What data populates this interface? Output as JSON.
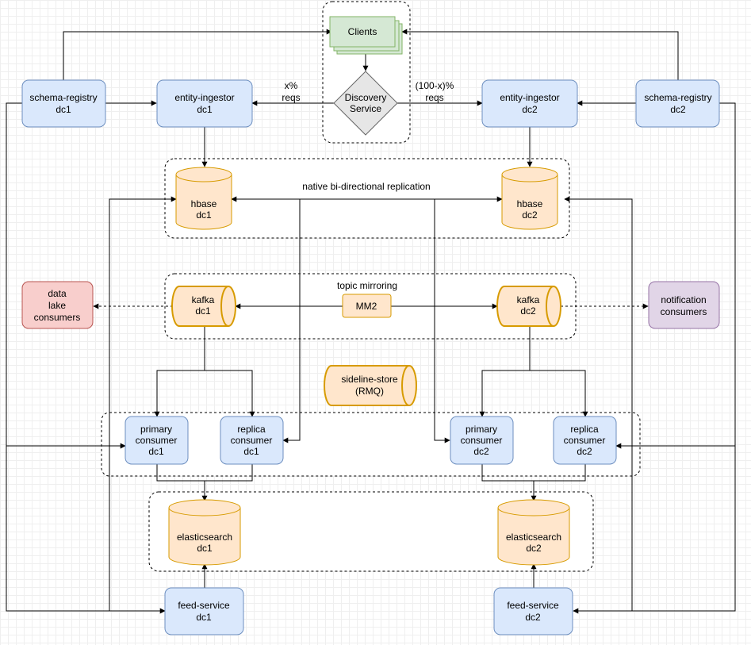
{
  "clients": "Clients",
  "discovery": [
    "Discovery",
    "Service"
  ],
  "traffic": {
    "left": [
      "x%",
      "reqs"
    ],
    "right": [
      "(100-x)%",
      "reqs"
    ]
  },
  "schema_registry": {
    "dc1": [
      "schema-registry",
      "dc1"
    ],
    "dc2": [
      "schema-registry",
      "dc2"
    ]
  },
  "entity_ingestor": {
    "dc1": [
      "entity-ingestor",
      "dc1"
    ],
    "dc2": [
      "entity-ingestor",
      "dc2"
    ]
  },
  "hbase": {
    "dc1": [
      "hbase",
      "dc1"
    ],
    "dc2": [
      "hbase",
      "dc2"
    ],
    "replication_label": "native bi-directional replication"
  },
  "kafka": {
    "dc1": [
      "kafka",
      "dc1"
    ],
    "dc2": [
      "kafka",
      "dc2"
    ],
    "mirroring_label": "topic mirroring",
    "mm2": "MM2"
  },
  "data_lake": [
    "data",
    "lake",
    "consumers"
  ],
  "notification": [
    "notification",
    "consumers"
  ],
  "sideline": [
    "sideline-store",
    "(RMQ)"
  ],
  "consumers": {
    "primary_dc1": [
      "primary",
      "consumer",
      "dc1"
    ],
    "replica_dc1": [
      "replica",
      "consumer",
      "dc1"
    ],
    "primary_dc2": [
      "primary",
      "consumer",
      "dc2"
    ],
    "replica_dc2": [
      "replica",
      "consumer",
      "dc2"
    ]
  },
  "elasticsearch": {
    "dc1": [
      "elasticsearch",
      "dc1"
    ],
    "dc2": [
      "elasticsearch",
      "dc2"
    ]
  },
  "feed_service": {
    "dc1": [
      "feed-service",
      "dc1"
    ],
    "dc2": [
      "feed-service",
      "dc2"
    ]
  }
}
